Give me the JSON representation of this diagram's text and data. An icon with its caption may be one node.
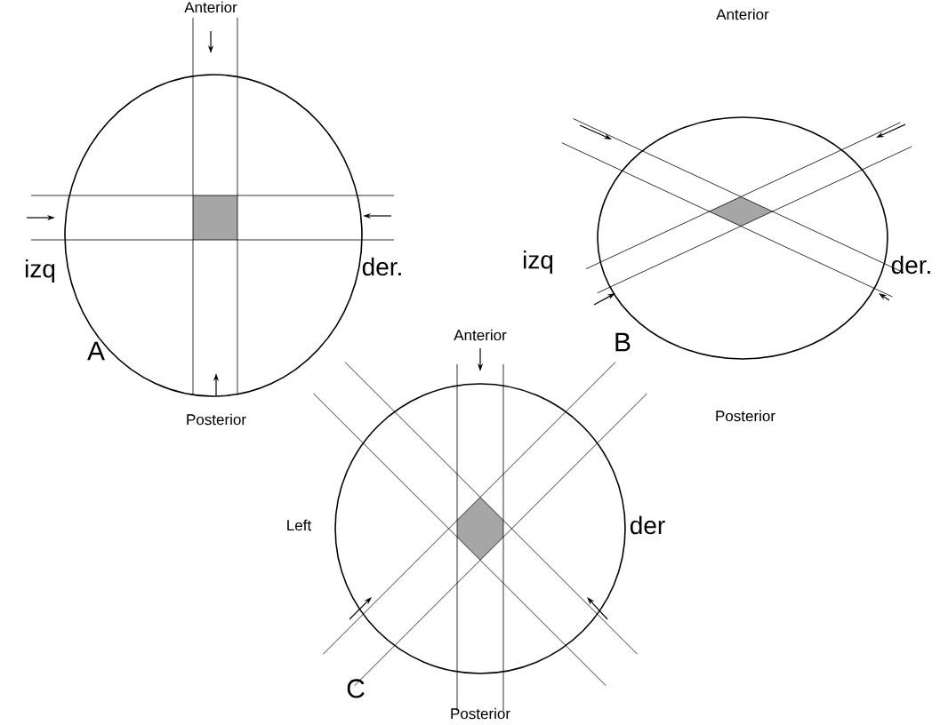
{
  "diagram": {
    "labels": [
      "Anterior",
      "izq",
      "der.",
      "A",
      "Posterior",
      "Anterior",
      "izq",
      "der.",
      "B",
      "Posterior",
      "Anterior",
      "Left",
      "der",
      "C",
      "Posterior"
    ]
  }
}
